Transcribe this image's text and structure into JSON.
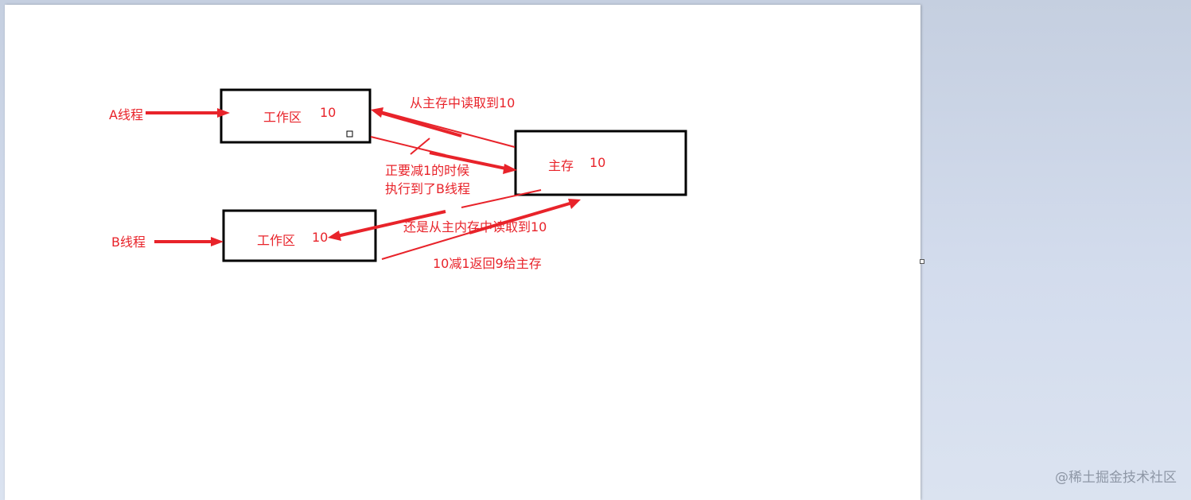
{
  "diagram": {
    "thread_a": "A线程",
    "thread_b": "B线程",
    "workspace_a": {
      "label": "工作区",
      "value": "10"
    },
    "workspace_b": {
      "label": "工作区",
      "value": "10"
    },
    "main_memory": {
      "label": "主存",
      "value": "10"
    },
    "read_a": "从主存中读取到10",
    "interrupt_line1": "正要减1的时候",
    "interrupt_line2": "执行到了B线程",
    "read_b": "还是从主内存中读取到10",
    "write_b": "10减1返回9给主存",
    "colors": {
      "arrow": "#e8232a",
      "box": "#000000"
    }
  },
  "watermark": "@稀土掘金技术社区"
}
